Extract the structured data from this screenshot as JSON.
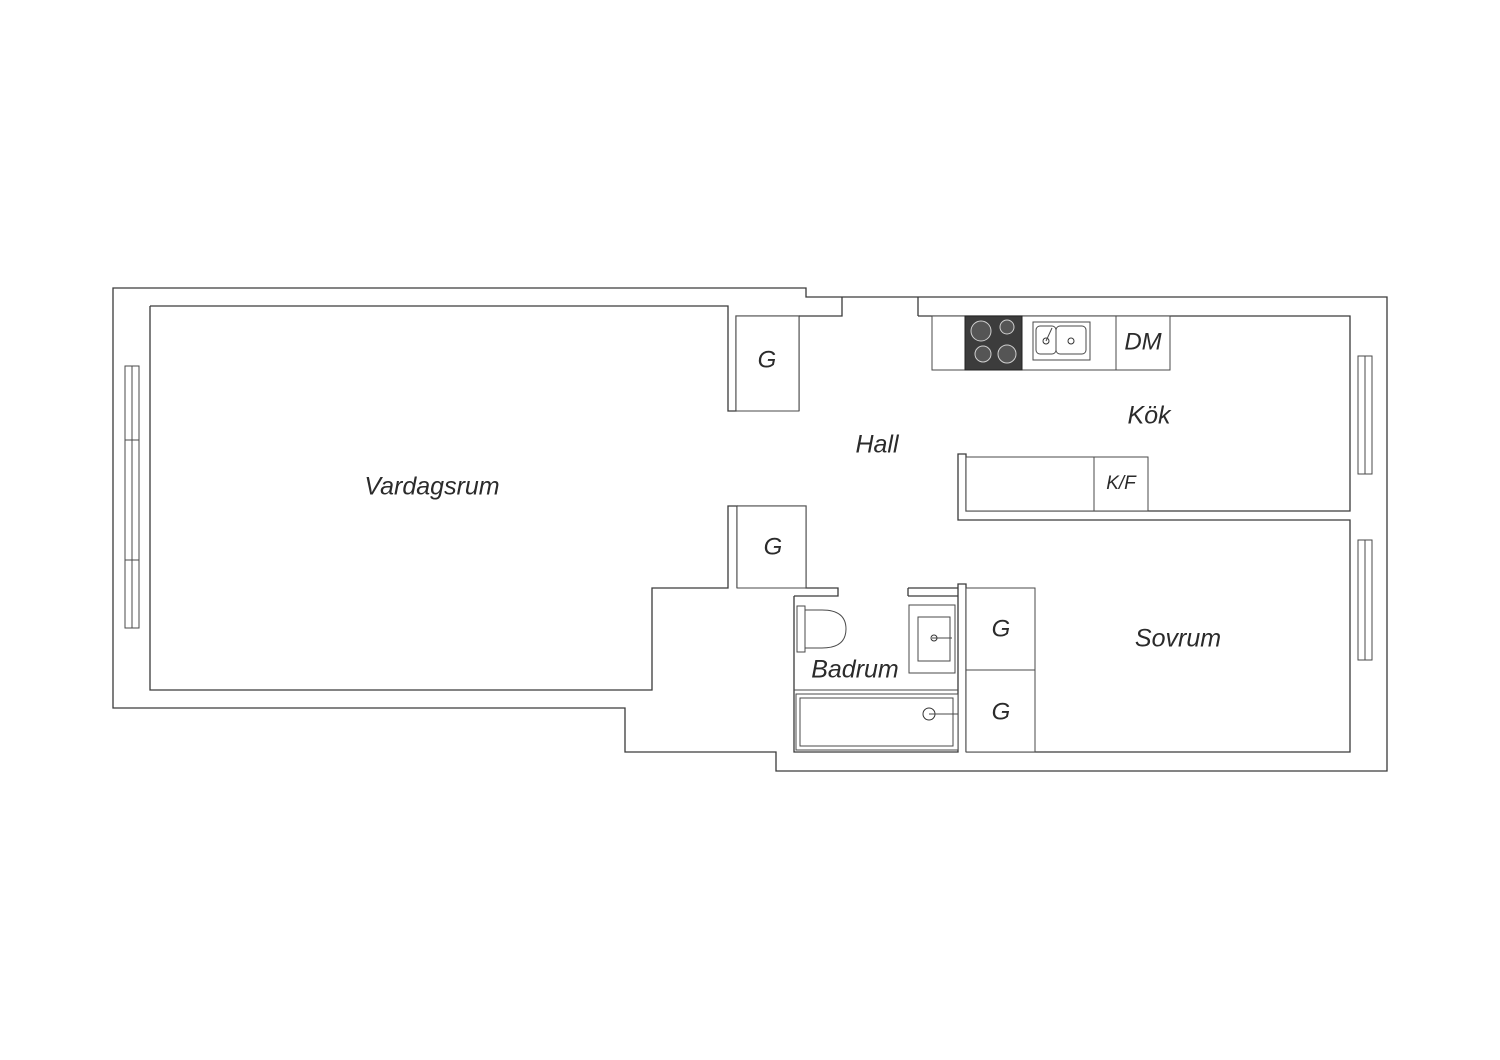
{
  "rooms": {
    "vardagsrum": "Vardagsrum",
    "hall": "Hall",
    "kok": "Kök",
    "sovrum": "Sovrum",
    "badrum": "Badrum"
  },
  "fixtures": {
    "dishwasher": "DM",
    "fridge_freezer": "K/F",
    "wardrobe": "G"
  },
  "colors": {
    "wall": "#3a3a3a",
    "stove": "#3c3c3c"
  }
}
